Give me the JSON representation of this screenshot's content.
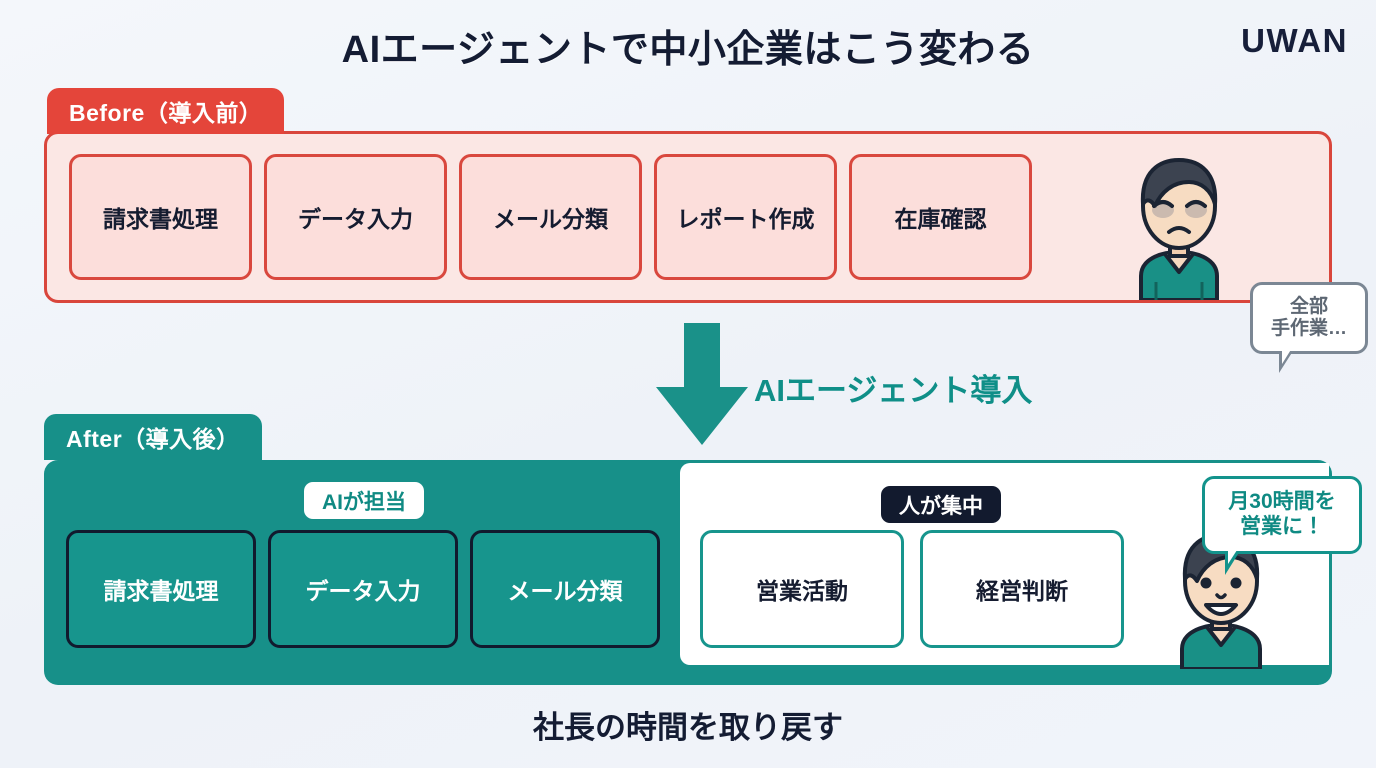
{
  "header": {
    "title": "AIエージェントで中小企業はこう変わる",
    "brand": "UWAN"
  },
  "before": {
    "tab_label": "Before（導入前）",
    "tasks": [
      {
        "label": "請求書処理"
      },
      {
        "label": "データ入力"
      },
      {
        "label": "メール分類"
      },
      {
        "label": "レポート作成"
      },
      {
        "label": "在庫確認"
      }
    ],
    "speech": "全部\n手作業…",
    "colors": {
      "panel_fill": "#FBE7E4",
      "panel_border": "#D9463C",
      "tab_fill": "#E4453A",
      "box_fill": "#FCDEDB",
      "box_border": "#D9483E"
    }
  },
  "transition": {
    "label": "AIエージェント導入",
    "arrow_color": "#179089"
  },
  "after": {
    "tab_label": "After（導入後）",
    "ai_badge": "AIが担当",
    "ai_tasks": [
      {
        "label": "請求書処理"
      },
      {
        "label": "データ入力"
      },
      {
        "label": "メール分類"
      }
    ],
    "human_badge": "人が集中",
    "human_tasks": [
      {
        "label": "営業活動"
      },
      {
        "label": "経営判断"
      }
    ],
    "speech": "月30時間を\n営業に！",
    "colors": {
      "panel_fill": "#179089",
      "box_fill": "#17958D",
      "box_border": "#111A2E",
      "human_box_border": "#17958D",
      "badge_human_fill": "#121A2E",
      "badge_ai_text": "#0F8A83"
    }
  },
  "footer": {
    "text": "社長の時間を取り戻す"
  },
  "icons": {
    "sad_person": "sad-person-icon",
    "happy_person": "happy-person-icon",
    "down_arrow": "down-arrow-icon"
  },
  "background": "#F1F4FA"
}
